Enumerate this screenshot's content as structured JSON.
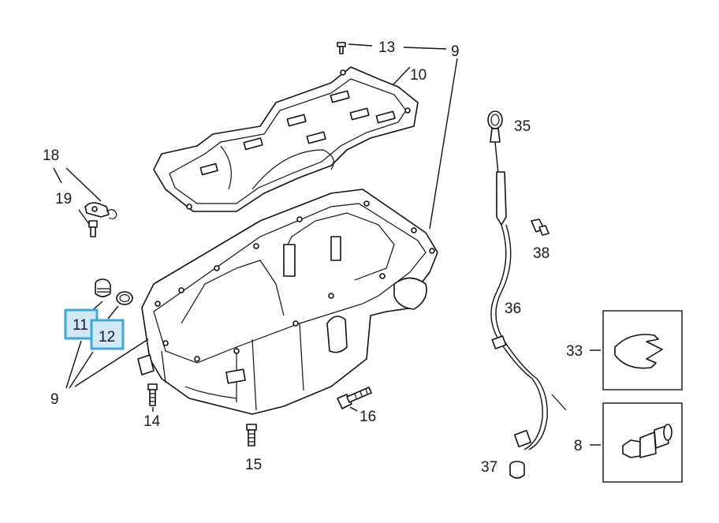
{
  "callouts": {
    "c13": "13",
    "c9_top": "9",
    "c10": "10",
    "c18": "18",
    "c19": "19",
    "c11": "11",
    "c12": "12",
    "c9_left": "9",
    "c14": "14",
    "c15": "15",
    "c16": "16",
    "c35": "35",
    "c38": "38",
    "c36": "36",
    "c37": "37",
    "c33": "33",
    "c8": "8"
  },
  "highlighted_callouts": [
    "11",
    "12"
  ],
  "colors": {
    "highlight_fill": "#cfe9f8",
    "highlight_border": "#3fa7d8",
    "line": "#111111"
  }
}
